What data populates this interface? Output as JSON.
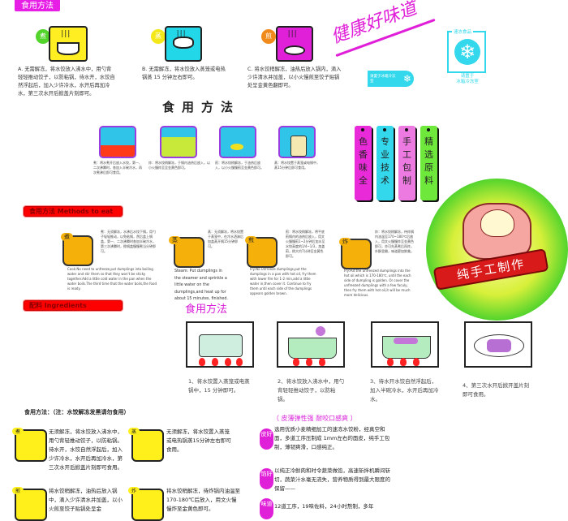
{
  "header": {
    "title": "食用方法"
  },
  "top_methods": [
    {
      "badge": "煮",
      "badge_color": "#52d42a",
      "icon_color": "#ffee22",
      "text": "A. 无需解冻，将水饺放入沸水中，用勺背轻轻推动饺子，以防粘锅，待水开，水饺自然浮起后，加入少许冷水，水开后再加冷水，第三次水开后掀盖片刻即可。"
    },
    {
      "badge": "蒸",
      "badge_color": "#f5e81a",
      "icon_color": "#22d8e8",
      "text": "B. 无需解冻，将水饺放入蒸笼或电热锅蒸 15 分钟左右即可。"
    },
    {
      "badge": "煎",
      "badge_color": "#f08a1a",
      "icon_color": "#e01fd8",
      "text": "C. 将水饺稍解冻，油热后放入锅内，滴入少许清水并加盖，以小火慢煎至饺子贴锅处呈金黄色翻即可。"
    }
  ],
  "slogan": "健康好味道",
  "small_tag": {
    "text": "请置于冰箱冷冻室"
  },
  "frozen_stamp": {
    "top": "速冻食品",
    "bottom1": "请置于",
    "bottom2": "冰箱冷冻室"
  },
  "section_title": "食用方法",
  "illustrated_methods": [
    {
      "text": "煮：将水煮开后放入水饺，第一、二次沸腾时，各加入半碗冷水，再次煮沸后即可食用。"
    },
    {
      "text": "炸：将水饺稍解冻，于锅内油热后放入，以小火慢炸至呈金黄色即可。"
    },
    {
      "text": "煎：将水饺稍解冻，于油热后放入，以小火慢慢煎至金黄色即可。"
    },
    {
      "text": "蒸：将水饺置于蒸笼或电锅中，蒸15分钟后即可食用。"
    }
  ],
  "feature_tags": [
    {
      "text": "色香味全",
      "color": "#e82ad8"
    },
    {
      "text": "专业技术",
      "color": "#33d8ec"
    },
    {
      "text": "手工包制",
      "color": "#ec7ae0"
    },
    {
      "text": "精选原料",
      "color": "#6ee83a"
    }
  ],
  "methods_bar": "食用方法 Methods to eat",
  "methods_en": [
    {
      "label": "煮",
      "cn": "煮：无须解冻，水沸后水饺下锅，用勺子轻轻推动，以免粘锅，然后盖上锅盖，第一、二次沸腾时各加半碗冷水，第三次沸腾时，掀锅盖慢慢煮当分钟即可。",
      "en": "Cook:No need to unfreeze,put dumplings into boiling water and stir them so that they won't be sticky together.Add a little cold water in the pan when the water boils.The third time that the water boils,the food is ready."
    },
    {
      "label": "蒸",
      "cn": "蒸：无须解冻，将水饺置于蒸笼中，在冷水洒淋后加盖蒸开锅15分钟即可。",
      "en": "Steam: Put dumplings in the steamer and sprinkle a little water on the dumplings,and heat up for about 15 minutes, finished."
    },
    {
      "label": "煎",
      "cn": "煎：将水饺稍解冻，将平底煎锅内的油热后放入，用文火慢慢煎1~2分钟后加水至水饺高度的1/4~1/3，加盖煎，稍大约7分钟至金黄色即可。",
      "en": "Fry:No Unfreeze dumplings,put the dumplings in a pan with hot oil, fry them with lower fire for 1-2 min,add a little water in,then cover it. Continue to fry them until each side of the dumplings appears golden brown."
    },
    {
      "label": "炸",
      "cn": "炸：将水饺稍解冻，待炸锅内油温至170~180℃后放入，用文火慢慢炸至金黄色即可，亦可先蒸煮后再炸，外酥里嫩，味道更加鲜美。",
      "en": "Fry:Put the unfreezed dumplings into the hot oil which is 170-180℃, until the each side of dumpling is golden. Or cover the unfreezed dumplings with a few faculy, then fry them with hot oil,it will be much more delicious."
    }
  ],
  "logo": {
    "banner": "纯手工制作"
  },
  "ingredients_bar": "配料 Ingredients",
  "steps_title": "食用方法",
  "steps": [
    {
      "text": "1、将水饺置入蒸笼或电蒸锅中，15 分钟即可。"
    },
    {
      "text": "2、将水饺放入沸水中，用勺背轻轻推动饺子，以防粘锅。"
    },
    {
      "text": "3、待水开水饺自然浮起后，加入半碗冷水，水开后再加冷水。"
    },
    {
      "text": "4、第三次水开后掀开盖片刻即可食用。"
    }
  ],
  "note": "食用方法：（注：水饺解冻发黑请勿食用）",
  "bottom_methods": [
    {
      "label": "煮",
      "text": "无须解冻，将水饺放入沸水中，用勺背轻推动饺子，以防粘锅。待水开，水饺自然浮起后，加入少许冷水，水开后再加冷水，第三次水开后掀盖片刻即可食用。"
    },
    {
      "label": "蒸",
      "text": "无须解冻，将水饺置入蒸笼或电热锅蒸15分钟左右即可食用。"
    },
    {
      "label": "煎",
      "text": "将水饺稍解冻，油热后放入锅中，滴入少许清水并加盖，以小火煎至饺子贴锅处呈金"
    },
    {
      "label": "炸",
      "text": "将水饺稍解冻，待炸锅内油温至170-180℃后放入，用文火慢慢炸至金黄色即可。"
    }
  ],
  "features_heading": "（ 皮薄弹性强 耐咬口感爽 ）",
  "features": [
    {
      "badge": "皮好",
      "text": "选用优质小麦精细加工的速冻水饺粉，经真空和面，多道工序压制成 1mm左右的面皮，纯手工包制，薄韧爽滑，口感纯正。"
    },
    {
      "badge": "馅好",
      "text": "以纯正冷鲜肉和时令蔬菜做馅，高速斩拌机瞬间斩切，蔬菜汁水毫无流失，营养物质得到最大限度的保留——"
    },
    {
      "badge": "味道",
      "text": "12道工序，19味佐料，24小时熬制，多年"
    }
  ]
}
